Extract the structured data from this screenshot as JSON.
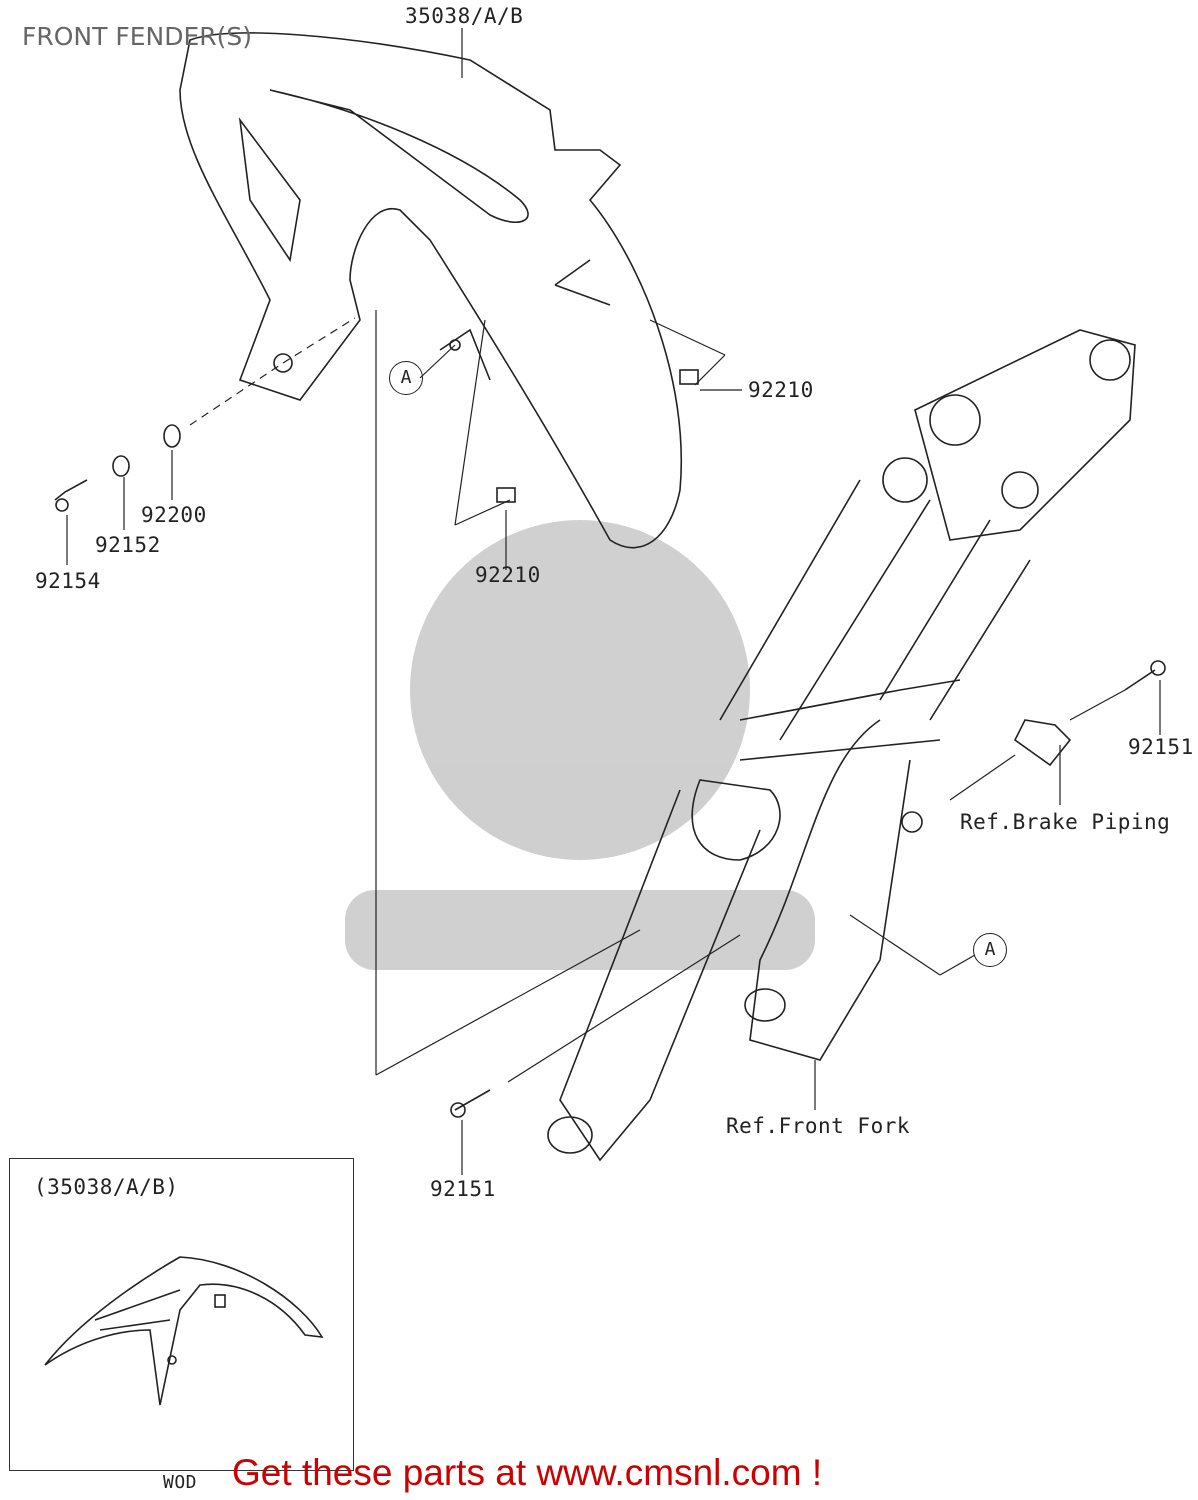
{
  "title": "FRONT FENDER(S)",
  "callouts": {
    "fender": "35038/A/B",
    "nut_upper": "92210",
    "nut_lower": "92210",
    "washer": "92200",
    "collar": "92152",
    "bolt_left": "92154",
    "bolt_right_upper": "92151",
    "bolt_lower": "92151",
    "ref_A_1": "A",
    "ref_A_2": "A",
    "brake_piping": "Ref.Brake Piping",
    "front_fork": "Ref.Front Fork"
  },
  "inset": {
    "label": "(35038/A/B)",
    "code": "WOD"
  },
  "banner": "Get these parts at www.cmsnl.com !",
  "colors": {
    "banner": "#cc0000",
    "line": "#222222"
  }
}
